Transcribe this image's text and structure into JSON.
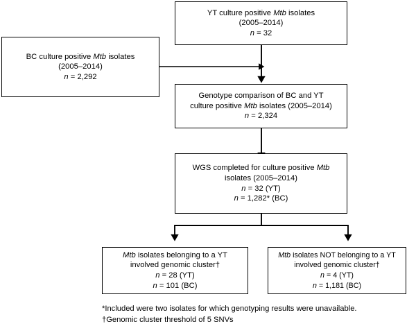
{
  "figure": {
    "type": "flowchart",
    "orientation": "top-to-bottom",
    "background_color": "#ffffff",
    "line_color": "#000000",
    "text_color": "#000000"
  },
  "nodes": {
    "yt_source": {
      "id": "yt-culture-positive-box",
      "lines": [
        {
          "parts": [
            {
              "t": "YT culture positive ",
              "i": false
            },
            {
              "t": "Mtb",
              "i": true
            },
            {
              "t": " isolates",
              "i": false
            }
          ]
        },
        {
          "parts": [
            {
              "t": "(2005–2014)",
              "i": false
            }
          ]
        },
        {
          "parts": [
            {
              "t": "n",
              "i": true
            },
            {
              "t": " = 32",
              "i": false
            }
          ]
        }
      ],
      "text_flat": "YT culture positive Mtb isolates (2005–2014) n = 32",
      "count_label": "n = 32",
      "count_value": 32,
      "cohort": "YT",
      "years": "2005–2014"
    },
    "bc_source": {
      "id": "bc-culture-positive-box",
      "lines": [
        {
          "parts": [
            {
              "t": "BC culture positive ",
              "i": false
            },
            {
              "t": "Mtb",
              "i": true
            },
            {
              "t": " isolates",
              "i": false
            }
          ]
        },
        {
          "parts": [
            {
              "t": "(2005–2014)",
              "i": false
            }
          ]
        },
        {
          "parts": [
            {
              "t": "n",
              "i": true
            },
            {
              "t": " = 2,292",
              "i": false
            }
          ]
        }
      ],
      "text_flat": "BC culture positive Mtb isolates (2005–2014) n = 2,292",
      "count_label": "n = 2,292",
      "count_value": 2292,
      "cohort": "BC",
      "years": "2005–2014"
    },
    "genotype_comparison": {
      "id": "genotype-comparison-box",
      "lines": [
        {
          "parts": [
            {
              "t": "Genotype comparison of BC and YT",
              "i": false
            }
          ]
        },
        {
          "parts": [
            {
              "t": "culture positive ",
              "i": false
            },
            {
              "t": "Mtb",
              "i": true
            },
            {
              "t": " isolates (2005–2014)",
              "i": false
            }
          ]
        },
        {
          "parts": [
            {
              "t": "n",
              "i": true
            },
            {
              "t": " = 2,324",
              "i": false
            }
          ]
        }
      ],
      "text_flat": "Genotype comparison of BC and YT culture positive Mtb isolates (2005–2014) n = 2,324",
      "count_label": "n = 2,324",
      "count_value": 2324,
      "years": "2005–2014"
    },
    "wgs_completed": {
      "id": "wgs-completed-box",
      "lines": [
        {
          "parts": [
            {
              "t": "WGS completed for culture positive ",
              "i": false
            },
            {
              "t": "Mtb",
              "i": true
            }
          ]
        },
        {
          "parts": [
            {
              "t": "isolates (2005–2014)",
              "i": false
            }
          ]
        },
        {
          "parts": [
            {
              "t": "n",
              "i": true
            },
            {
              "t": " = 32 (YT)",
              "i": false
            }
          ]
        },
        {
          "parts": [
            {
              "t": "n",
              "i": true
            },
            {
              "t": " = 1,282* (BC)",
              "i": false
            }
          ]
        }
      ],
      "text_flat": "WGS completed for culture positive Mtb isolates (2005–2014) n = 32 (YT) n = 1,282* (BC)",
      "count_yt_label": "n = 32 (YT)",
      "count_yt_value": 32,
      "count_bc_label": "n = 1,282* (BC)",
      "count_bc_value": 1282,
      "years": "2005–2014"
    },
    "in_cluster": {
      "id": "belonging-to-yt-cluster-box",
      "lines": [
        {
          "parts": [
            {
              "t": "Mtb",
              "i": true
            },
            {
              "t": " isolates belonging to a YT",
              "i": false
            }
          ]
        },
        {
          "parts": [
            {
              "t": "involved genomic cluster†",
              "i": false
            }
          ]
        },
        {
          "parts": [
            {
              "t": "n",
              "i": true
            },
            {
              "t": " = 28 (YT)",
              "i": false
            }
          ]
        },
        {
          "parts": [
            {
              "t": "n",
              "i": true
            },
            {
              "t": " = 101 (BC)",
              "i": false
            }
          ]
        }
      ],
      "text_flat": "Mtb isolates belonging to a YT involved genomic cluster† n = 28 (YT) n = 101 (BC)",
      "count_yt_label": "n = 28 (YT)",
      "count_yt_value": 28,
      "count_bc_label": "n = 101 (BC)",
      "count_bc_value": 101
    },
    "not_in_cluster": {
      "id": "not-belonging-to-yt-cluster-box",
      "lines": [
        {
          "parts": [
            {
              "t": "Mtb",
              "i": true
            },
            {
              "t": " isolates NOT belonging to a YT",
              "i": false
            }
          ]
        },
        {
          "parts": [
            {
              "t": "involved genomic cluster†",
              "i": false
            }
          ]
        },
        {
          "parts": [
            {
              "t": "n",
              "i": true
            },
            {
              "t": " = 4 (YT)",
              "i": false
            }
          ]
        },
        {
          "parts": [
            {
              "t": "n",
              "i": true
            },
            {
              "t": " = 1,181 (BC)",
              "i": false
            }
          ]
        }
      ],
      "text_flat": "Mtb isolates NOT belonging to a YT involved genomic cluster† n = 4 (YT) n = 1,181 (BC)",
      "count_yt_label": "n = 4 (YT)",
      "count_yt_value": 4,
      "count_bc_label": "n = 1,181 (BC)",
      "count_bc_value": 1181
    }
  },
  "footnotes": {
    "asterisk": "*Included were two isolates for which genotyping results were unavailable.",
    "dagger": "†Genomic cluster threshold of 5 SNVs"
  },
  "edges": [
    {
      "from": "yt_source",
      "to": "genotype_comparison",
      "style": "straight-down-arrow"
    },
    {
      "from": "bc_source",
      "to": "genotype_comparison",
      "style": "right-then-merge-arrow"
    },
    {
      "from": "genotype_comparison",
      "to": "wgs_completed",
      "style": "straight-down-arrow"
    },
    {
      "from": "wgs_completed",
      "to": "in_cluster",
      "style": "split-left-down-arrow"
    },
    {
      "from": "wgs_completed",
      "to": "not_in_cluster",
      "style": "split-right-down-arrow"
    }
  ]
}
